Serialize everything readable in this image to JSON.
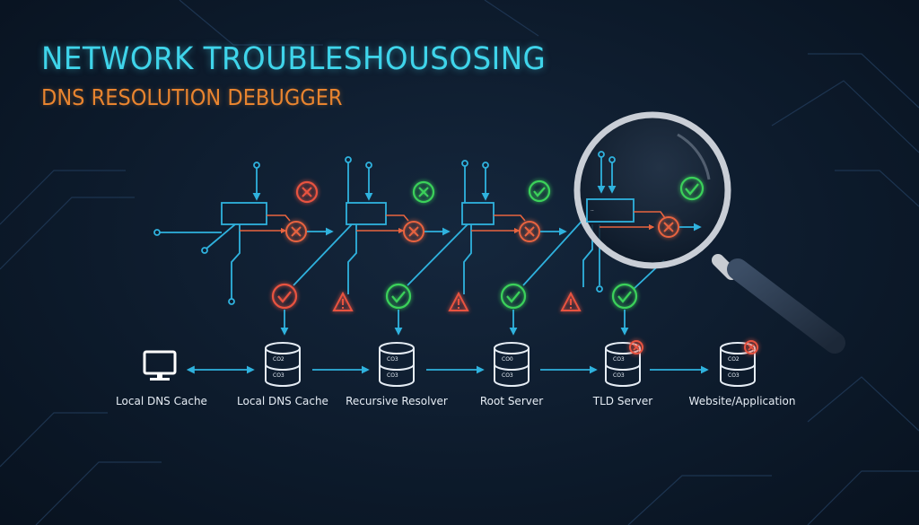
{
  "title": "NETWORK TROUBLESHOUSOSING",
  "subtitle": "DNS RESOLUTION DEBUGGER",
  "nodes": [
    {
      "label": "Local DNS Cache",
      "icon": "computer-icon"
    },
    {
      "label": "Local DNS Cache",
      "icon": "database-icon",
      "codes": [
        "CO2",
        "CO3"
      ]
    },
    {
      "label": "Recursive Resolver",
      "icon": "database-icon",
      "codes": [
        "CO3",
        "CO3"
      ]
    },
    {
      "label": "Root Server",
      "icon": "database-icon",
      "codes": [
        "CO0",
        "CO3"
      ]
    },
    {
      "label": "TLD Server",
      "icon": "database-icon",
      "codes": [
        "CO3",
        "CO3"
      ],
      "status": "error"
    },
    {
      "label": "Website/Application",
      "icon": "database-icon",
      "codes": [
        "CO2",
        "CO3"
      ],
      "status": "error"
    }
  ],
  "colors": {
    "cyan": "#2fb2de",
    "error": "#e8523f",
    "ok": "#3bd15a",
    "title": "#3fd4ea",
    "subtitle": "#e8842f"
  }
}
